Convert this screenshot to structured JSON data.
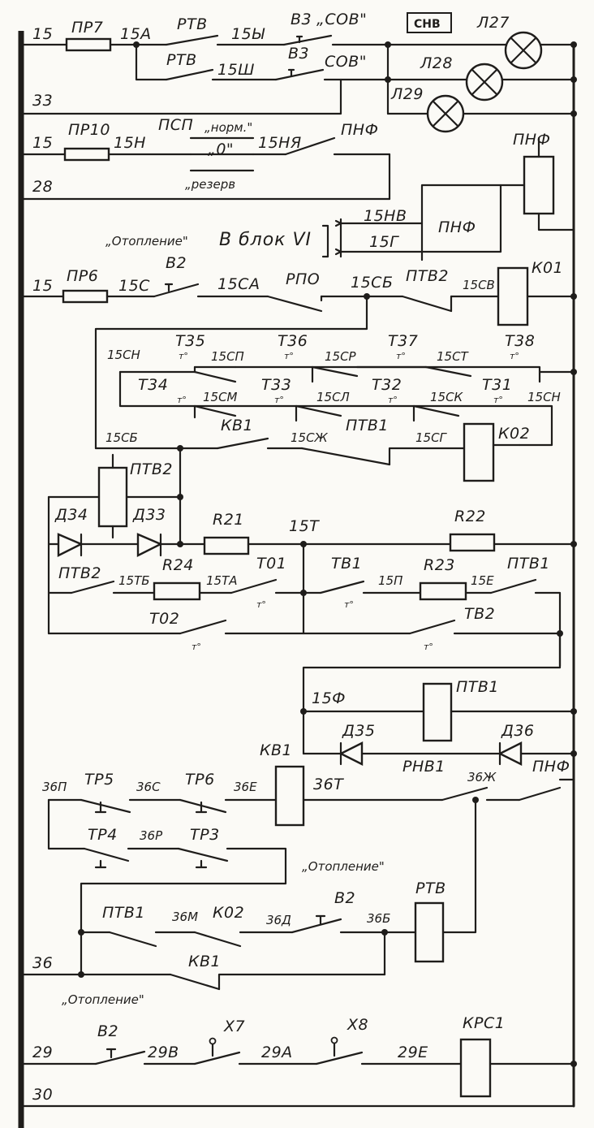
{
  "labels": {
    "w15_a": "15",
    "pr7": "ПР7",
    "w15A": "15А",
    "rtv_a": "РТВ",
    "w15Y": "15Ы",
    "v3_a": "В3",
    "sov_a": "„СОВ\"",
    "snv": "СНВ",
    "l27": "Л27",
    "rtv_b": "РТВ",
    "w15Sh": "15Ш",
    "v3_b": "В3",
    "sov_b": "СОВ\"",
    "l28": "Л28",
    "l29": "Л29",
    "w33": "33",
    "w15_b": "15",
    "pr10": "ПР10",
    "w15N": "15Н",
    "psp": "ПСП",
    "norm": "„норм.\"",
    "zero": "„0\"",
    "w15NYa": "15НЯ",
    "pnf_a": "ПНФ",
    "pnf_b": "ПНФ",
    "w28": "28",
    "rezerv": "„резерв",
    "w15NV": "15НВ",
    "heating_a": "„Отопление\"",
    "vblok": "В блок VI",
    "w15G": "15Г",
    "pnf_c": "ПНФ",
    "w15_c": "15",
    "pr6": "ПР6",
    "w15S": "15С",
    "v2_a": "В2",
    "w15SA": "15СА",
    "rpo": "РПО",
    "w15SB_a": "15СБ",
    "ptv2_a": "ПТВ2",
    "w15SV": "15СВ",
    "k01": "К01",
    "w15SN_a": "15СН",
    "t35": "Т35",
    "t36": "Т36",
    "t37": "Т37",
    "t38": "Т38",
    "w15SP": "15СП",
    "w15SR": "15СР",
    "w15ST": "15СТ",
    "t34": "Т34",
    "t33": "Т33",
    "t32": "Т32",
    "t31": "Т31",
    "w15SM": "15СМ",
    "w15SL": "15СЛ",
    "w15SK": "15СК",
    "w15SN_b": "15СН",
    "w15SB_b": "15СБ",
    "kv1_a": "КВ1",
    "w15SZh": "15СЖ",
    "ptv1_a": "ПТВ1",
    "w15SG": "15СГ",
    "k02": "К02",
    "ptv2_b": "ПТВ2",
    "d34": "Д34",
    "d33": "Д33",
    "r21": "R21",
    "w15T": "15Т",
    "r22": "R22",
    "ptv2_c": "ПТВ2",
    "w15TB": "15ТБ",
    "r24": "R24",
    "w15TA": "15ТА",
    "t01": "Т01",
    "tv1": "ТВ1",
    "w15P": "15П",
    "r23": "R23",
    "w15E": "15Е",
    "ptv1_b": "ПТВ1",
    "t02": "Т02",
    "tv2": "ТВ2",
    "w15F": "15Ф",
    "ptv1_c": "ПТВ1",
    "d35": "Д35",
    "d36": "Д36",
    "kv1_b": "КВ1",
    "w36P": "36П",
    "tr5": "ТР5",
    "w36S": "36С",
    "tr6": "ТР6",
    "w36E": "36Е",
    "w36T": "36Т",
    "rnv1": "РНВ1",
    "w36Zh": "36Ж",
    "pnf_d": "ПНФ",
    "tr4": "ТР4",
    "w36R": "36Р",
    "tr3": "ТР3",
    "heating_b": "„Отопление\"",
    "ptv1_d": "ПТВ1",
    "w36M": "36М",
    "k02_b": "К02",
    "w36D": "36Д",
    "v2_b": "В2",
    "w36B": "36Б",
    "rtv_c": "РТВ",
    "w36": "36",
    "kv1_c": "КВ1",
    "heating_c": "„Отопление\"",
    "v2_c": "В2",
    "x7": "Х7",
    "x8": "Х8",
    "krs1": "КРС1",
    "w29": "29",
    "w29V": "29В",
    "w29A": "29А",
    "w29E": "29Е",
    "w30": "30"
  }
}
